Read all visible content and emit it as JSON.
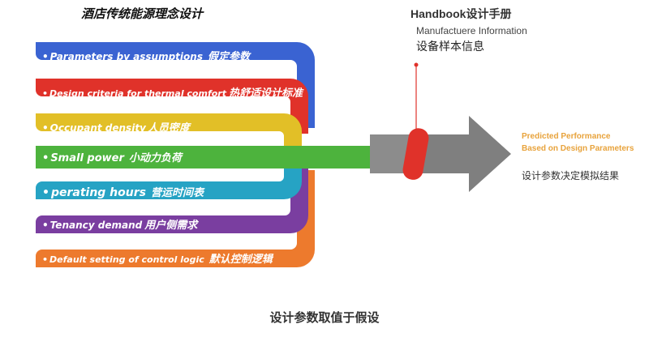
{
  "title": "酒店传统能源理念设计",
  "bands": [
    {
      "en": "Parameters by assumptions",
      "cn": "假定参数",
      "color": "#3a63d2"
    },
    {
      "en": "Design criteria for thermal comfort",
      "cn": "热舒适设计标准",
      "color": "#e0322a"
    },
    {
      "en": "Occupant density",
      "cn": "人员密度",
      "color": "#e2bf27"
    },
    {
      "en": "Small power",
      "cn": "小动力负荷",
      "color": "#4db33d"
    },
    {
      "en": "perating hours",
      "cn": "营运时间表",
      "color": "#26a3c4"
    },
    {
      "en": "Tenancy demand",
      "cn": "用户侧需求",
      "color": "#7a3ea0"
    },
    {
      "en": "Default setting of control logic",
      "cn": "默认控制逻辑",
      "color": "#ed7a2d"
    }
  ],
  "handbook": {
    "title": "Handbook设计手册",
    "subtitle_en": "Manufactuere Information",
    "subtitle_cn": "设备样本信息"
  },
  "result": {
    "en_line1": "Predicted Performance",
    "en_line2": "Based on Design Parameters",
    "cn": "设计参数决定模拟结果"
  },
  "caption": "设计参数取值于假设",
  "colors": {
    "arrow": "#7f7f7f",
    "tube": "#55b531",
    "pin": "#e0322a",
    "result_text": "#e8a33c"
  }
}
